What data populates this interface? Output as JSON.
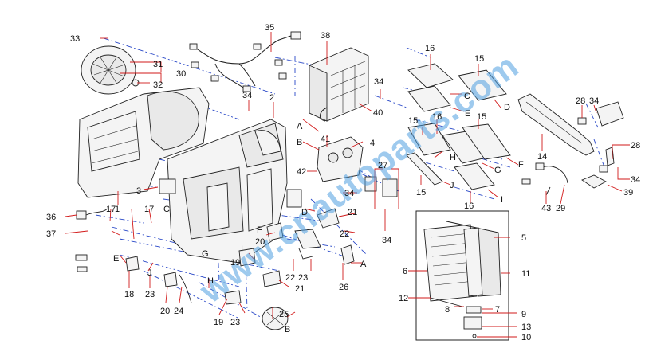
{
  "watermark": "www.cnautoparts.com",
  "labels": {
    "p1": "1",
    "p2": "2",
    "p3": "3",
    "p4": "4",
    "p5": "5",
    "p6": "6",
    "p7": "7",
    "p8": "8",
    "p9": "9",
    "p10": "10",
    "p11": "11",
    "p12": "12",
    "p13": "13",
    "p14": "14",
    "p15a": "15",
    "p15b": "15",
    "p15c": "15",
    "p15d": "15",
    "p16a": "16",
    "p16b": "16",
    "p16c": "16",
    "p17a": "17",
    "p17b": "17",
    "p18": "18",
    "p19a": "19",
    "p19b": "19",
    "p20a": "20",
    "p20b": "20",
    "p21a": "21",
    "p21b": "21",
    "p22a": "22",
    "p22b": "22",
    "p23a": "23",
    "p23b": "23",
    "p23c": "23",
    "p24": "24",
    "p25": "25",
    "p26": "26",
    "p27": "27",
    "p28a": "28",
    "p28b": "28",
    "p29": "29",
    "p30": "30",
    "p31": "31",
    "p32": "32",
    "p33": "33",
    "p34a": "34",
    "p34b": "34",
    "p34c": "34",
    "p34d": "34",
    "p34e": "34",
    "p34f": "34",
    "p35": "35",
    "p36": "36",
    "p37": "37",
    "p38": "38",
    "p39": "39",
    "p40": "40",
    "p41": "41",
    "p42": "42",
    "p43": "43",
    "refA1": "A",
    "refA2": "A",
    "refB1": "B",
    "refB2": "B",
    "refC1": "C",
    "refC2": "C",
    "refD1": "D",
    "refD2": "D",
    "refE1": "E",
    "refE2": "E",
    "refF1": "F",
    "refF2": "F",
    "refG1": "G",
    "refG2": "G",
    "refH1": "H",
    "refH2": "H",
    "refI1": "I",
    "refI2": "I",
    "refJ1": "J",
    "refJ2": "J"
  },
  "colors": {
    "leader": "#d21a1a",
    "centerline": "#2a49c8",
    "outline": "#222222",
    "watermark": "#4e9fe0"
  }
}
